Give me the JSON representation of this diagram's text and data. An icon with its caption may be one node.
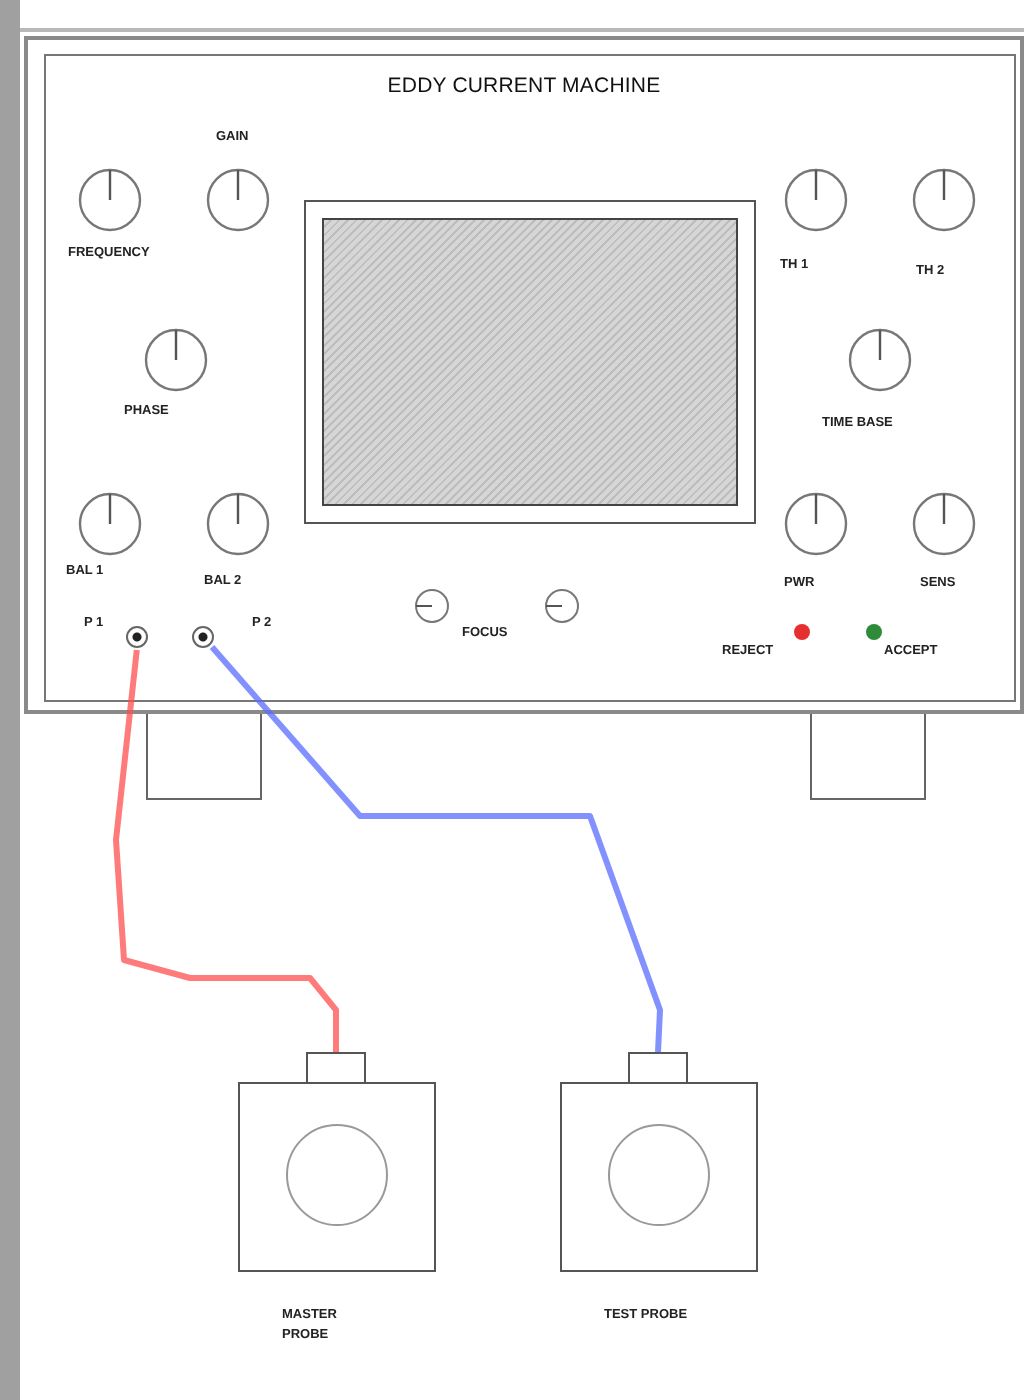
{
  "diagram": {
    "nodes": [
      {
        "text": [
          "EDDY CURRENT MACHINE"
        ]
      },
      {
        "text": [],
        "shape": "circle",
        "in": 0,
        "beside": [
          "P 1"
        ]
      },
      {
        "text": [],
        "shape": "circle",
        "in": 0,
        "beside": [
          "P 2"
        ]
      },
      {
        "text": [
          "MASTER PROBE"
        ]
      },
      {
        "text": [
          "TEST PROBE"
        ]
      }
    ],
    "edges": [
      {
        "from": 1,
        "to": 3,
        "arrow": "none",
        "color": "#ff4d4d"
      },
      {
        "from": 2,
        "to": 4,
        "arrow": "none",
        "color": "#5a6cff"
      }
    ],
    "labels": [
      "GAIN",
      "FREQUENCY",
      "TH 1",
      "TH 2",
      "PHASE",
      "TIME BASE",
      "BAL 1",
      "BAL 2",
      "PWR",
      "SENS",
      "FOCUS",
      "REJECT",
      "ACCEPT"
    ]
  }
}
